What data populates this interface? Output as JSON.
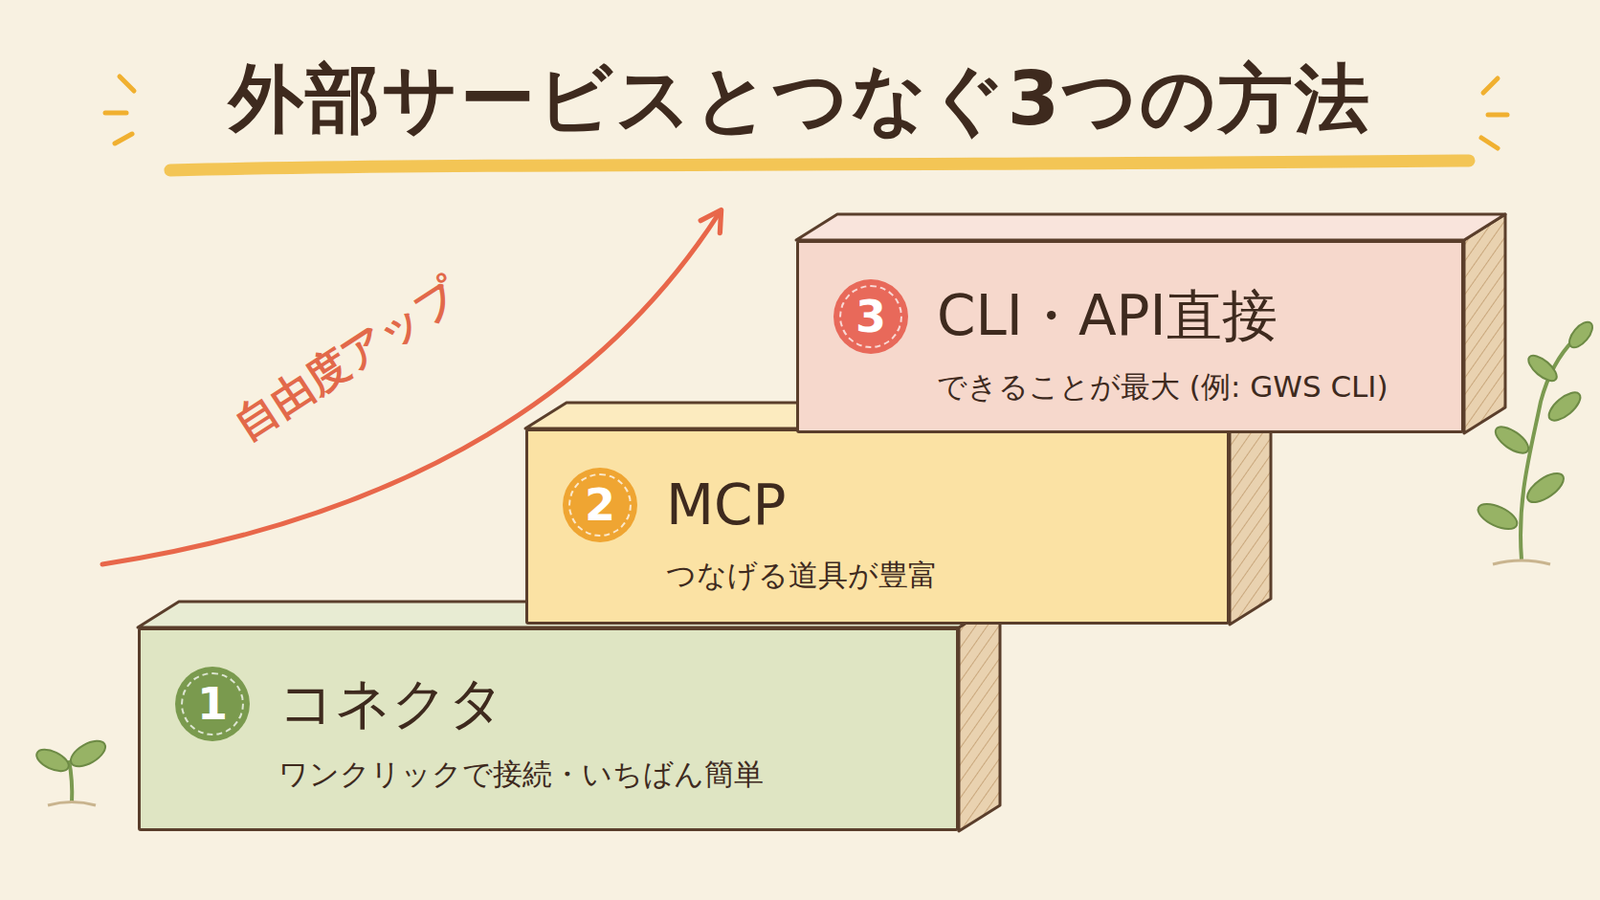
{
  "diagram": {
    "title": "外部サービスとつなぐ3つの方法",
    "nodes": [
      {
        "text": [
          "1",
          "コネクタ",
          "ワンクリックで接続・いちばん簡単"
        ]
      },
      {
        "text": [
          "2",
          "MCP",
          "つなげる道具が豊富"
        ]
      },
      {
        "text": [
          "3",
          "CLI・API直接",
          "できることが最大 (例: GWS CLI)"
        ]
      }
    ],
    "labels": [
      "自由度アップ"
    ]
  }
}
